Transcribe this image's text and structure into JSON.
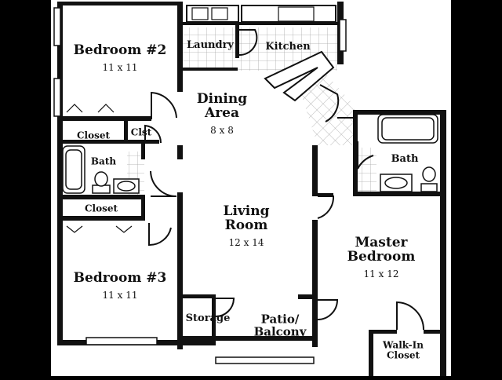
{
  "colors": {
    "background": "#000000",
    "floor": "#ffffff",
    "wall": "#111111",
    "tile": "#aaaaaa"
  },
  "rooms": [
    {
      "id": "bedroom-2",
      "name": "Bedroom #2",
      "dims": "11 x 11"
    },
    {
      "id": "bedroom-3",
      "name": "Bedroom #3",
      "dims": "11 x 11"
    },
    {
      "id": "dining-area",
      "name": "Dining\nArea",
      "dims": "8 x 8"
    },
    {
      "id": "living-room",
      "name": "Living\nRoom",
      "dims": "12 x 14"
    },
    {
      "id": "master-bedroom",
      "name": "Master\nBedroom",
      "dims": "11 x 12"
    },
    {
      "id": "laundry",
      "name": "Laundry",
      "dims": ""
    },
    {
      "id": "kitchen",
      "name": "Kitchen",
      "dims": ""
    },
    {
      "id": "closet-1",
      "name": "Closet",
      "dims": ""
    },
    {
      "id": "clst",
      "name": "Clst",
      "dims": ""
    },
    {
      "id": "bath-1",
      "name": "Bath",
      "dims": ""
    },
    {
      "id": "closet-2",
      "name": "Closet",
      "dims": ""
    },
    {
      "id": "bath-2",
      "name": "Bath",
      "dims": ""
    },
    {
      "id": "storage",
      "name": "Storage",
      "dims": ""
    },
    {
      "id": "patio-balcony",
      "name": "Patio/\nBalcony",
      "dims": ""
    },
    {
      "id": "walk-in-closet",
      "name": "Walk-In\nCloset",
      "dims": ""
    }
  ]
}
